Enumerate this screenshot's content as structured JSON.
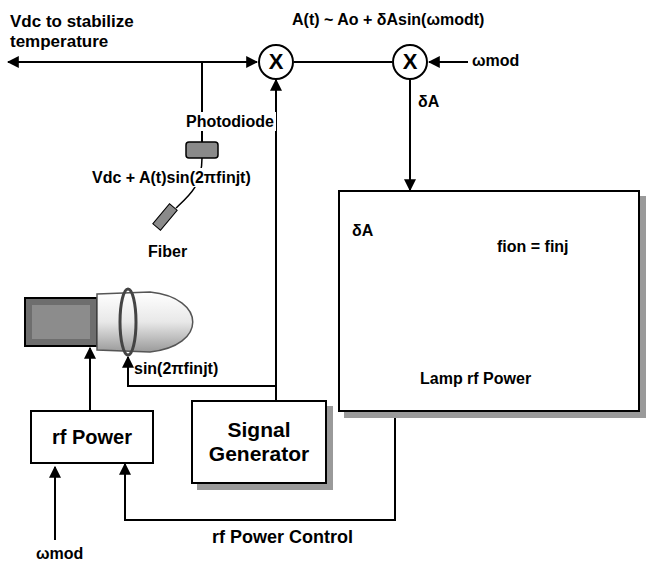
{
  "diagram": {
    "nodes": [
      {
        "text": [
          "X"
        ]
      },
      {
        "text": [
          "X"
        ]
      },
      {
        "text": [
          "δA",
          "fion = finj",
          "Lamp rf Power"
        ]
      },
      {
        "text": [
          "rf Power"
        ]
      },
      {
        "text": [
          "Signal Generator"
        ]
      }
    ],
    "edges": [
      {
        "from": 0,
        "to": 1,
        "arrow": "none"
      },
      {
        "from": 1,
        "to": 2,
        "arrow": "to",
        "label": "δA"
      },
      {
        "from": 4,
        "to": 0,
        "arrow": "to"
      },
      {
        "from": 2,
        "to": 3,
        "arrow": "to",
        "label": "rf Power Control"
      }
    ],
    "labels": [
      "Vdc to stabilize temperature",
      "A(t) ~ Ao + δAsin(ωmodt)",
      "ωmod",
      "Photodiode",
      "Vdc + A(t)sin(2πfinjt)",
      "Fiber",
      "sin(2πfinjt)",
      "ωmod"
    ]
  }
}
